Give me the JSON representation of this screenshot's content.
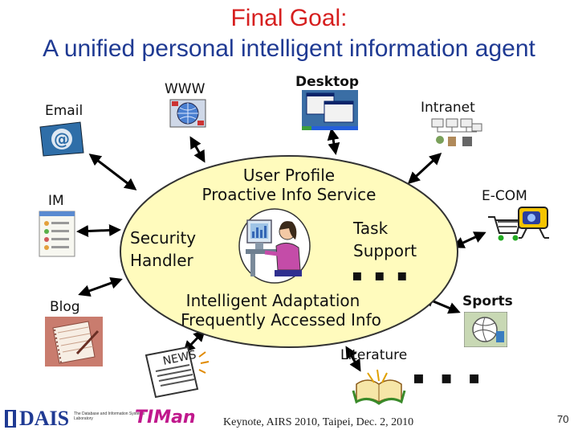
{
  "title": {
    "line1": "Final Goal:",
    "line2": "A unified personal intelligent information agent"
  },
  "sources": {
    "www": "WWW",
    "desktop": "Desktop",
    "intranet": "Intranet",
    "email": "Email",
    "im": "IM",
    "ecom": "E-COM",
    "blog": "Blog",
    "sports": "Sports",
    "literature": "Literature",
    "more": "▪ ▪ ▪"
  },
  "agent": {
    "profile": "User Profile",
    "proactive": "Proactive Info Service",
    "security_line1": "Security",
    "security_line2": "Handler",
    "task_line1": "Task",
    "task_line2": "Support",
    "task_more": "▪ ▪ ▪",
    "adaptation": "Intelligent Adaptation",
    "frequent": "Frequently Accessed Info"
  },
  "footer": {
    "keynote": "Keynote, AIRS 2010, Taipei, Dec. 2, 2010",
    "page": "70",
    "logo_daisl": "DAIS",
    "logo_daisl_caption": "The Database and Information Systems Laboratory",
    "logo_timan": "TIMan"
  },
  "colors": {
    "title_red": "#d61f1f",
    "title_blue": "#1f3a93",
    "ellipse_fill": "#fffbbd",
    "ellipse_stroke": "#333333"
  }
}
